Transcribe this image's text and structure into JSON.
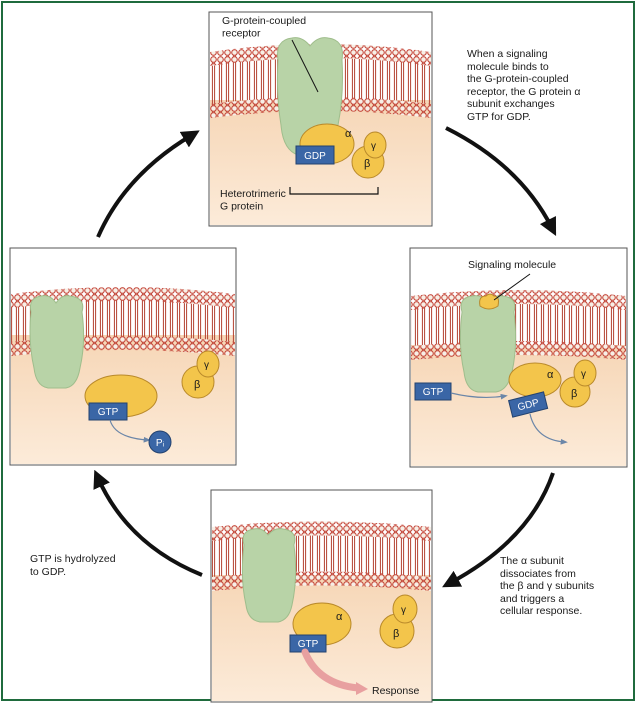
{
  "panel_top": {
    "receptor_label": "G-protein-coupled\nreceptor",
    "heterotrimeric_label": "Heterotrimeric\nG protein",
    "gdp": "GDP",
    "alpha": "α",
    "beta": "β",
    "gamma": "γ"
  },
  "panel_right": {
    "signaling_label": "Signaling molecule",
    "gtp": "GTP",
    "gdp": "GDP",
    "alpha": "α",
    "beta": "β",
    "gamma": "γ"
  },
  "panel_bottom": {
    "gtp": "GTP",
    "alpha": "α",
    "beta": "β",
    "gamma": "γ",
    "response_label": "Response"
  },
  "panel_left": {
    "gtp": "GTP",
    "pi": "Pᵢ",
    "beta": "β",
    "gamma": "γ"
  },
  "captions": {
    "top_right": "When a signaling\nmolecule binds to\nthe G-protein-coupled\nreceptor, the G protein α\nsubunit exchanges\nGTP for GDP.",
    "bottom_right": "The α subunit\ndissociates from\nthe β and γ subunits\nand triggers a\ncellular response.",
    "bottom_left": "GTP is hydrolyzed\nto GDP."
  },
  "colors": {
    "border": "#1f6b3d",
    "receptor": "#b8d3a7",
    "subunit": "#f3c54b",
    "nucleotide": "#3a66a6",
    "cytoplasm": "#f8e0c6",
    "bilayer": "#c64b3e",
    "arrow": "#111111",
    "response": "#e8a0a0"
  }
}
